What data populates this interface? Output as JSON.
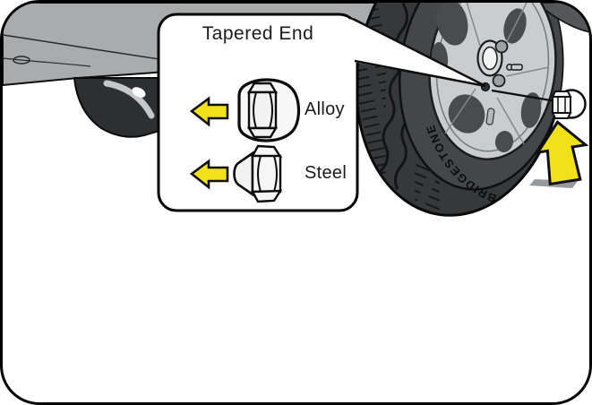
{
  "callout": {
    "title": "Tapered End",
    "items": [
      {
        "label": "Alloy"
      },
      {
        "label": "Steel"
      }
    ]
  },
  "tire_brand": "BRIDGESTONE",
  "colors": {
    "arrow_yellow": "#f2e118",
    "body_gray": "#a9abad",
    "tire_dark": "#37383a",
    "sidewall_gray": "#454648",
    "rim_gray": "#cbccce",
    "opening_dark": "#4a4b4d",
    "shadow_gray": "#98999b",
    "dark_trim": "#555658",
    "outline": "#101012"
  }
}
